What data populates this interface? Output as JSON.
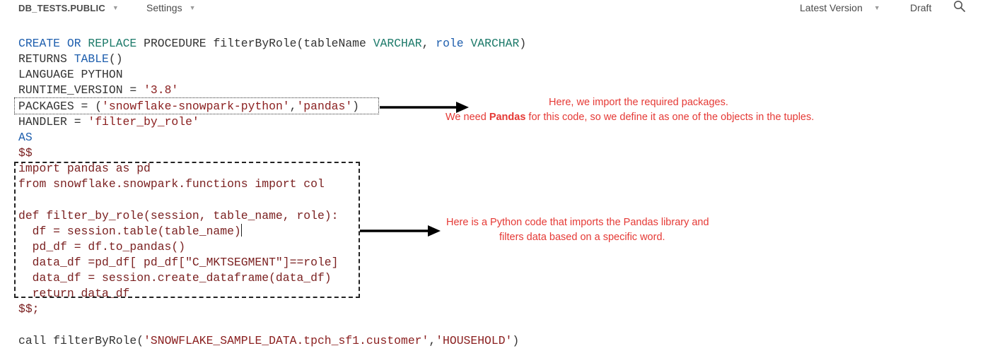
{
  "topbar": {
    "database": "DB_TESTS.PUBLIC",
    "settings": "Settings",
    "version": "Latest Version",
    "draft": "Draft",
    "search_icon": "search-icon"
  },
  "code": {
    "l1": {
      "a": "CREATE",
      "b": " ",
      "c": "OR",
      "d": " ",
      "e": "REPLACE",
      "f": " PROCEDURE filterByRole(tableName ",
      "g": "VARCHAR",
      "h": ", ",
      "i": "role",
      "j": " ",
      "k": "VARCHAR",
      "l": ")"
    },
    "l2": {
      "a": "RETURNS ",
      "b": "TABLE",
      "c": "()"
    },
    "l3": "LANGUAGE PYTHON",
    "l4": {
      "a": "RUNTIME_VERSION = ",
      "b": "'3.8'"
    },
    "l5": {
      "a": "PACKAGES = (",
      "b": "'snowflake-snowpark-python'",
      "c": ",",
      "d": "'pandas'",
      "e": ")"
    },
    "l6": {
      "a": "HANDLER = ",
      "b": "'filter_by_role'"
    },
    "l7": "AS",
    "l8": "$$",
    "l9": "import pandas as pd",
    "l10": "from snowflake.snowpark.functions import col",
    "l11": "",
    "l12": "def filter_by_role(session, table_name, role):",
    "l13": "  df = session.table(table_name)",
    "l14": "  pd_df = df.to_pandas()",
    "l15": "  data_df =pd_df[ pd_df[\"C_MKTSEGMENT\"]==role]",
    "l16": "  data_df = session.create_dataframe(data_df)",
    "l17": "  return data_df",
    "l18": "$$;",
    "l19": "",
    "l20": {
      "a": "call filterByRole(",
      "b": "'SNOWFLAKE_SAMPLE_DATA.tpch_sf1.customer'",
      "c": ",",
      "d": "'HOUSEHOLD'",
      "e": ")"
    }
  },
  "annotations": {
    "packages_note_line1": "Here, we import the required packages.",
    "packages_note_line2_pre": "We need ",
    "packages_note_line2_bold": "Pandas",
    "packages_note_line2_post": " for this code, so we define it as one of the objects in the tuples.",
    "python_note_line1": "Here is a Python code that imports the Pandas library and",
    "python_note_line2": "filters data based on a specific word."
  },
  "colors": {
    "keyword": "#1f5fae",
    "type": "#1d7a6a",
    "string": "#8b2020",
    "annotation": "#e53935"
  }
}
